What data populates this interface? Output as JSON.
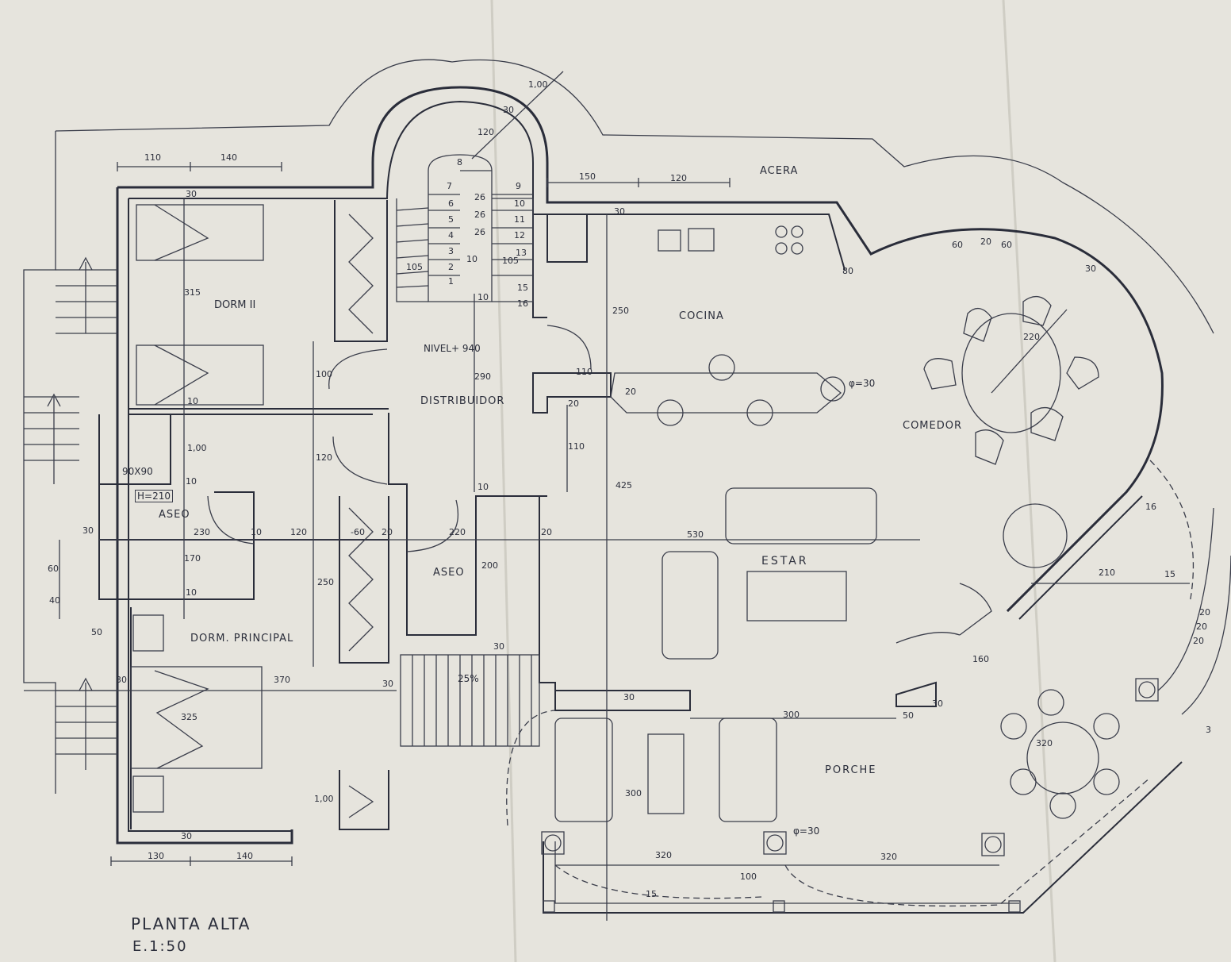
{
  "plan": {
    "title": "PLANTA ALTA",
    "scale": "E.1:50"
  },
  "rooms": {
    "acera": "ACERA",
    "dorm2": "DORM II",
    "nivel": "NIVEL+ 940",
    "distribuidor": "DISTRIBUIDOR",
    "cocina": "COCINA",
    "comedor": "COMEDOR",
    "aseo_left": "ASEO",
    "aseo_center": "ASEO",
    "estar": "ESTAR",
    "dorm_principal": "DORM. PRINCIPAL",
    "porche": "PORCHE"
  },
  "labels": {
    "shower": "90X90",
    "h210": "H=210",
    "slope": "25%",
    "phi1": "φ=30",
    "phi2": "φ=30"
  },
  "dims": {
    "d110": "110",
    "d140": "140",
    "d30a": "30",
    "d315": "315",
    "d100a": "100",
    "d10a": "10",
    "d100b": "1,00",
    "d10b": "10",
    "d120a": "120",
    "d30b": "30",
    "d230": "230",
    "d10c": "10",
    "d120b": "120",
    "d170": "170",
    "d10d": "10",
    "d60": "60",
    "d40": "40",
    "d50a": "50",
    "d30c": "30",
    "d370": "370",
    "d30d": "30",
    "d325": "325",
    "d250a": "250",
    "d100c": "1,00",
    "d30e": "30",
    "d130": "130",
    "d140b": "140",
    "d105a": "105",
    "d105b": "105",
    "d10e": "10",
    "d10f": "10",
    "d290": "290",
    "d20a": "20",
    "d20b": "20",
    "d110b": "110",
    "d110c": "110",
    "d10g": "10",
    "d220": "220",
    "d200": "200",
    "d60b": "-60",
    "d20c": "20",
    "d20d": "20",
    "d30f": "30",
    "d150": "150",
    "d120c": "120",
    "d30g": "30",
    "d250b": "250",
    "d425": "425",
    "d530": "530",
    "d30h": "30",
    "d300a": "300",
    "d50b": "50",
    "d30i": "30",
    "d300b": "300",
    "d320a": "320",
    "d320b": "320",
    "d100d": "100",
    "d15a": "15",
    "d160": "160",
    "d210": "210",
    "d15b": "15",
    "d16": "16",
    "d220b": "220",
    "d320c": "320",
    "d80": "80",
    "d30j": "30",
    "d60c": "60",
    "d20e": "20",
    "d60d": "60",
    "d100e": "1,00",
    "d120d": "120",
    "d30k": "30",
    "d26a": "26",
    "d26b": "26",
    "d26c": "26"
  },
  "stair_steps": [
    "1",
    "2",
    "3",
    "4",
    "5",
    "6",
    "7",
    "8",
    "9",
    "10",
    "11",
    "12",
    "13",
    "15",
    "16"
  ],
  "spiral_steps": [
    "20",
    "20",
    "20",
    "3"
  ]
}
